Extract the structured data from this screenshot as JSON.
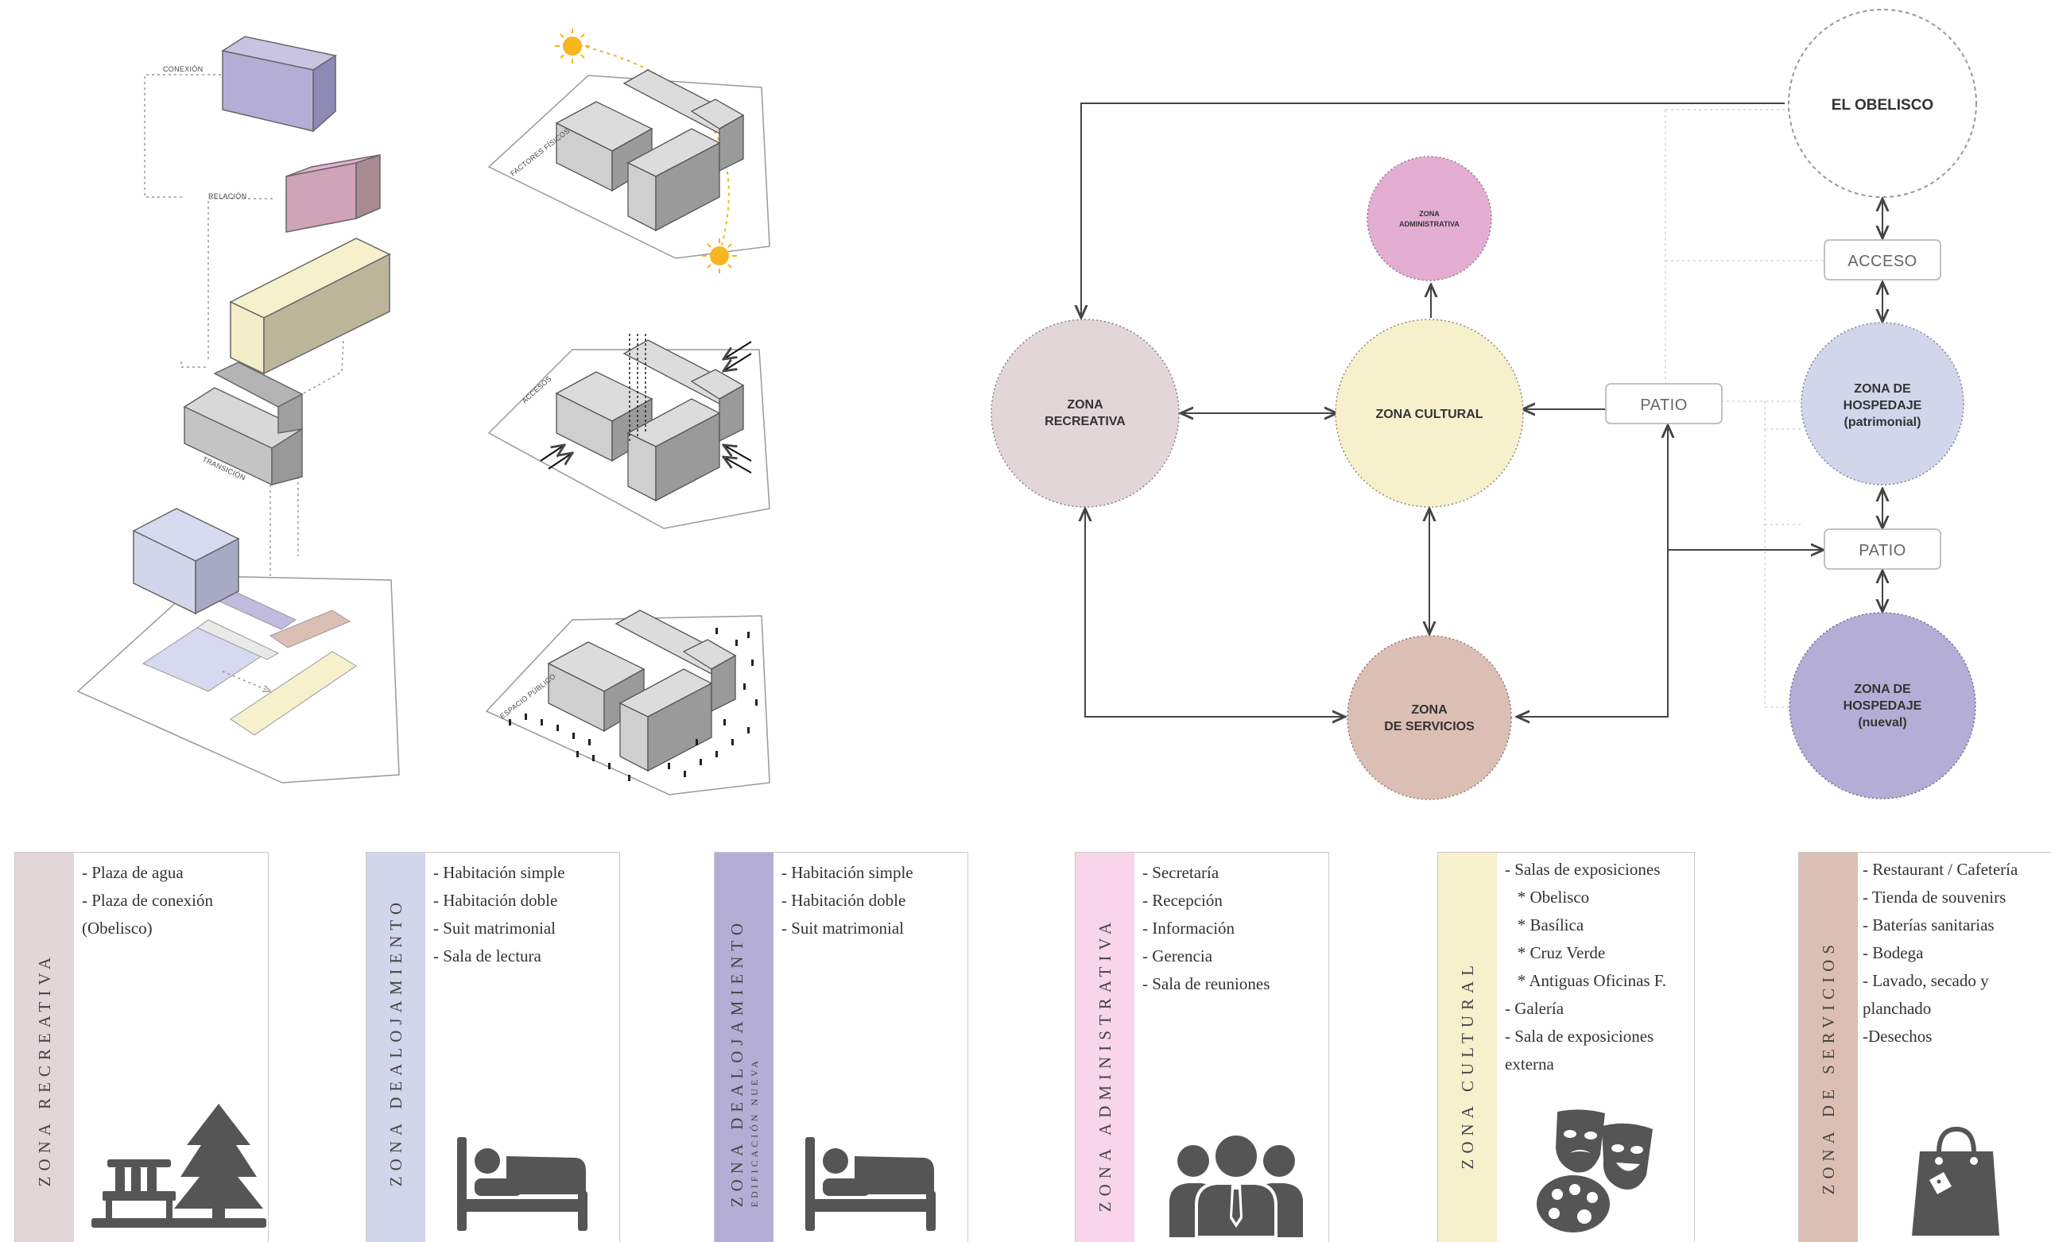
{
  "axonometric": {
    "labels": [
      "CONEXIÓN",
      "RELACIÓN",
      "TRANSICIÓN"
    ]
  },
  "analysis": {
    "labels": [
      "FACTORES FÍSICOS",
      "ACCESOS",
      "ESPACIO PÚBLICO"
    ]
  },
  "flow": {
    "nodes": {
      "obelisco": "EL OBELISCO",
      "admin": [
        "ZONA",
        "ADMINISTRATIVA"
      ],
      "recreativa": [
        "ZONA",
        "RECREATIVA"
      ],
      "cultural": "ZONA CULTURAL",
      "servicios": [
        "ZONA",
        "DE SERVICIOS"
      ],
      "hospedaje_patrimonial": [
        "ZONA DE",
        "HOSPEDAJE",
        "(patrimonial)"
      ],
      "hospedaje_nuevo": [
        "ZONA DE",
        "HOSPEDAJE",
        "(nueval)"
      ]
    },
    "boxes": {
      "acceso": "ACCESO",
      "patio_center": "PATIO",
      "patio_right": "PATIO"
    },
    "colors": {
      "admin": "#e3aed2",
      "recreativa": "#e2d6d9",
      "cultural": "#f6f0cd",
      "servicios": "#dcbfb4",
      "hospedaje_patrimonial": "#d2d6eb",
      "hospedaje_nuevo": "#b4aed6"
    }
  },
  "zones": [
    {
      "title": "ZONA   RECREATIVA",
      "subtitle": "",
      "color": "#e2d6d9",
      "items": [
        "- Plaza de agua",
        "- Plaza de conexión",
        "(Obelisco)"
      ],
      "icon": "bench-tree-icon"
    },
    {
      "title": "ZONA   DEALOJAMIENTO",
      "subtitle": "",
      "color": "#d2d6eb",
      "items": [
        "- Habitación simple",
        "- Habitación doble",
        "- Suit matrimonial",
        "- Sala de lectura"
      ],
      "icon": "bed-icon"
    },
    {
      "title": "ZONA DEALOJAMIENTO",
      "subtitle": "EDIFICACIÓN NUEVA",
      "color": "#b4aed6",
      "items": [
        "- Habitación simple",
        "- Habitación doble",
        "- Suit matrimonial"
      ],
      "icon": "bed-icon"
    },
    {
      "title": "ZONA   ADMINISTRATIVA",
      "subtitle": "",
      "color": "#f8d5e8",
      "items": [
        "- Secretaría",
        "- Recepción",
        "- Información",
        "- Gerencia",
        "- Sala de reuniones"
      ],
      "icon": "people-icon"
    },
    {
      "title": "ZONA   CULTURAL",
      "subtitle": "",
      "color": "#f6f0cd",
      "items": [
        "- Salas de exposiciones",
        "   * Obelisco",
        "   * Basílica",
        "   * Cruz Verde",
        "   * Antiguas Oficinas F.",
        "- Galería",
        "- Sala de exposiciones",
        "externa"
      ],
      "icon": "theater-palette-icon"
    },
    {
      "title": "ZONA   DE   SERVICIOS",
      "subtitle": "",
      "color": "#dcbfb4",
      "items": [
        "- Restaurant / Cafetería",
        "- Tienda de souvenirs",
        "- Baterías sanitarias",
        "- Bodega",
        "- Lavado, secado y",
        "planchado",
        "-Desechos"
      ],
      "icon": "shopping-bag-icon"
    }
  ]
}
